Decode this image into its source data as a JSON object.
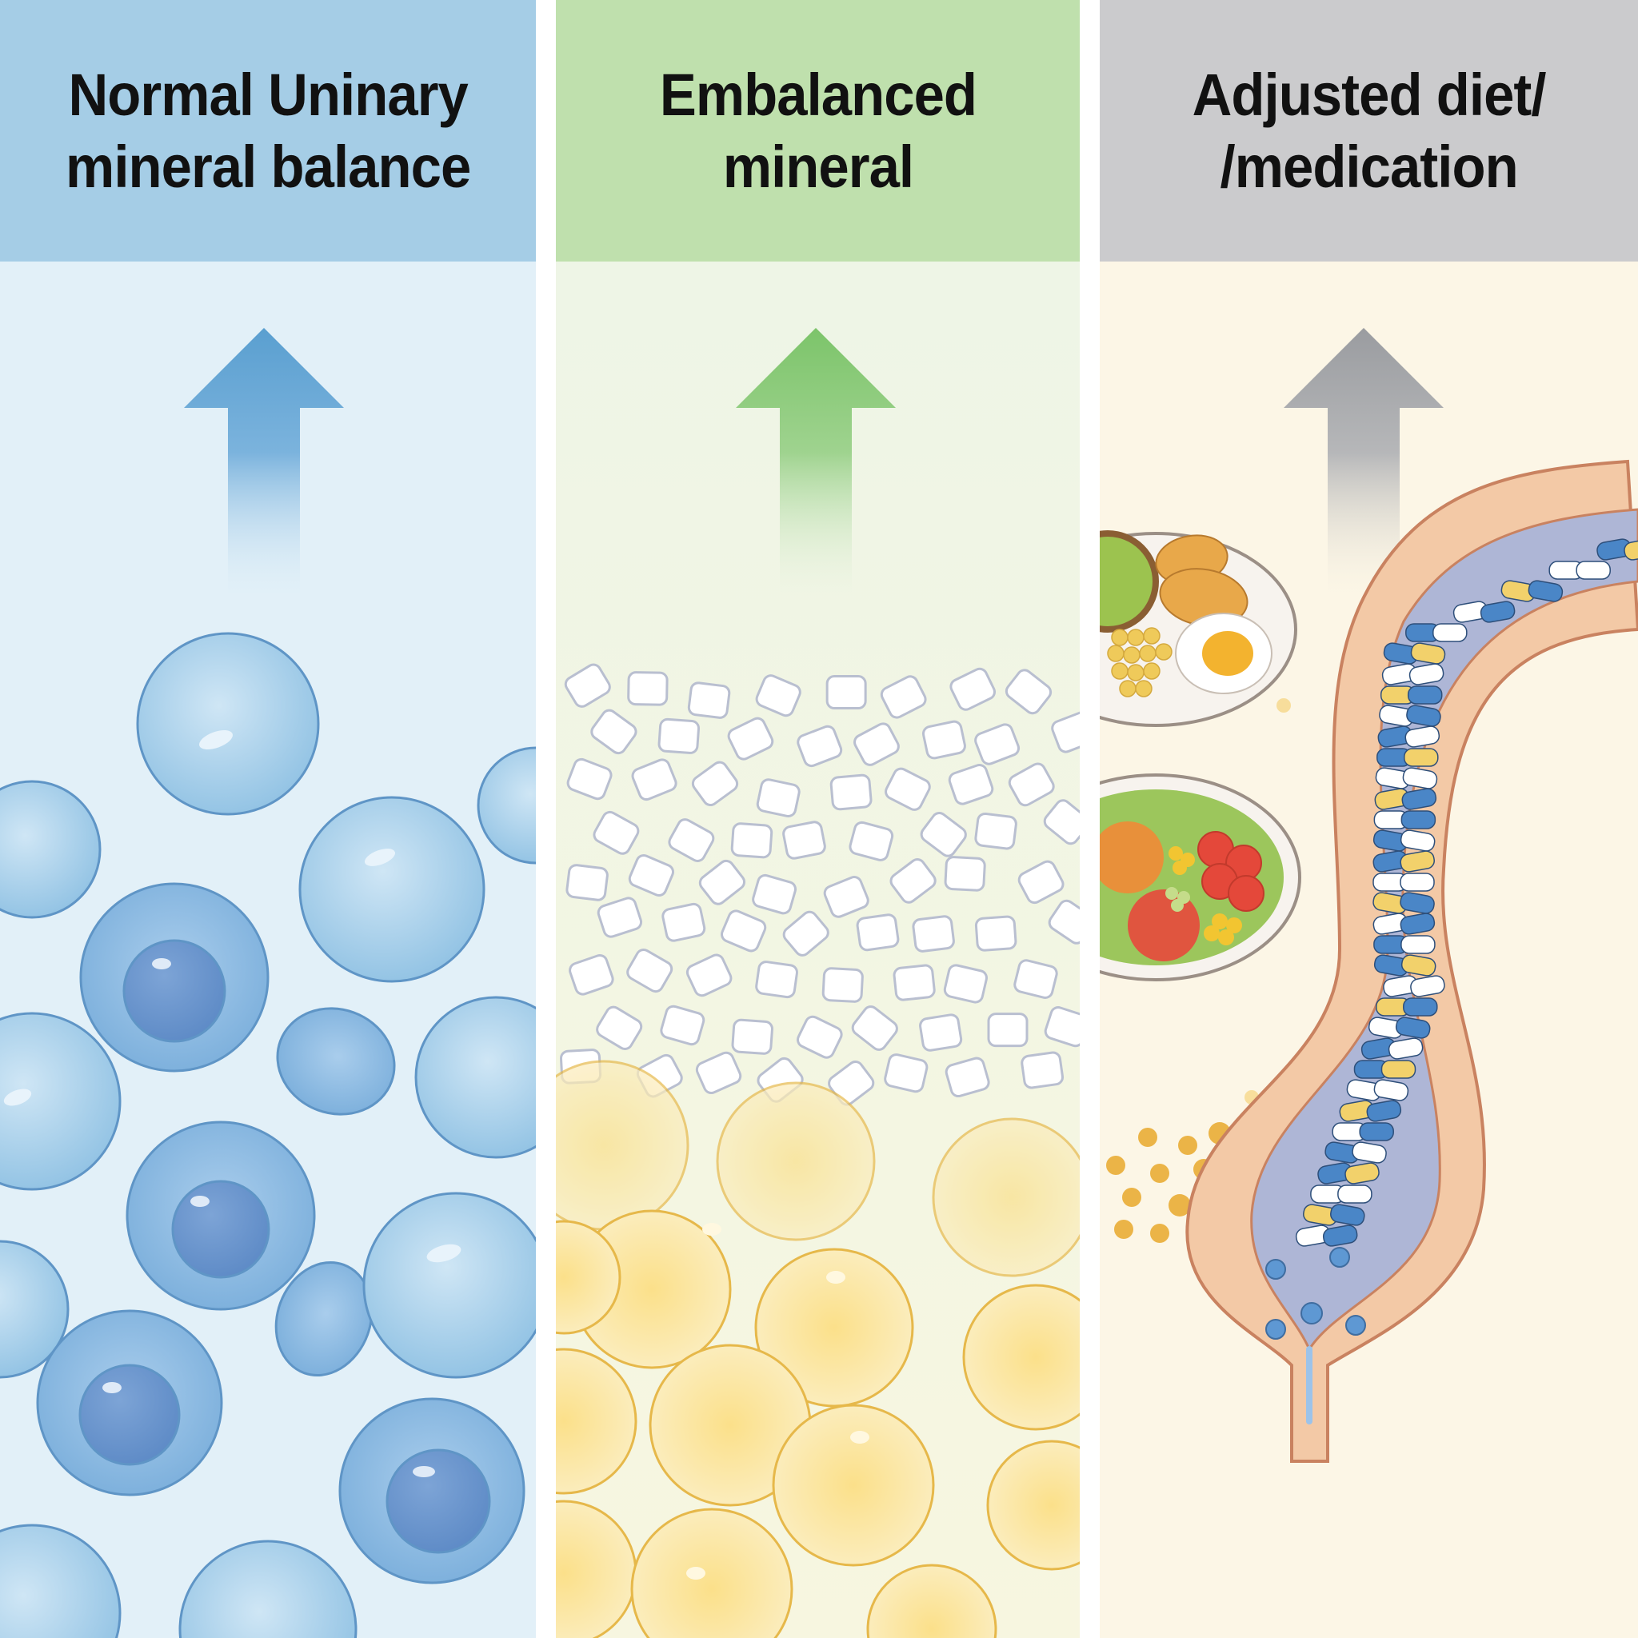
{
  "panels": [
    {
      "id": "normal",
      "title_lines": [
        "Normal Uninary",
        "mineral balance"
      ],
      "header_color": "#a5cde6",
      "arrow_color": "#5a9fd0",
      "icon": "blue-cells"
    },
    {
      "id": "imbalanced",
      "title_lines": [
        "Embalanced",
        "mineral"
      ],
      "header_color": "#bfe0ad",
      "arrow_color": "#7cc46a",
      "icon": "white-crystals-and-yellow-cells"
    },
    {
      "id": "adjusted",
      "title_lines": [
        "Adjusted diet/",
        "/medication"
      ],
      "header_color": "#cbcbcd",
      "arrow_color": "#9a9ca0",
      "icon": "food-plates-and-pills-in-urinary-tract"
    }
  ]
}
